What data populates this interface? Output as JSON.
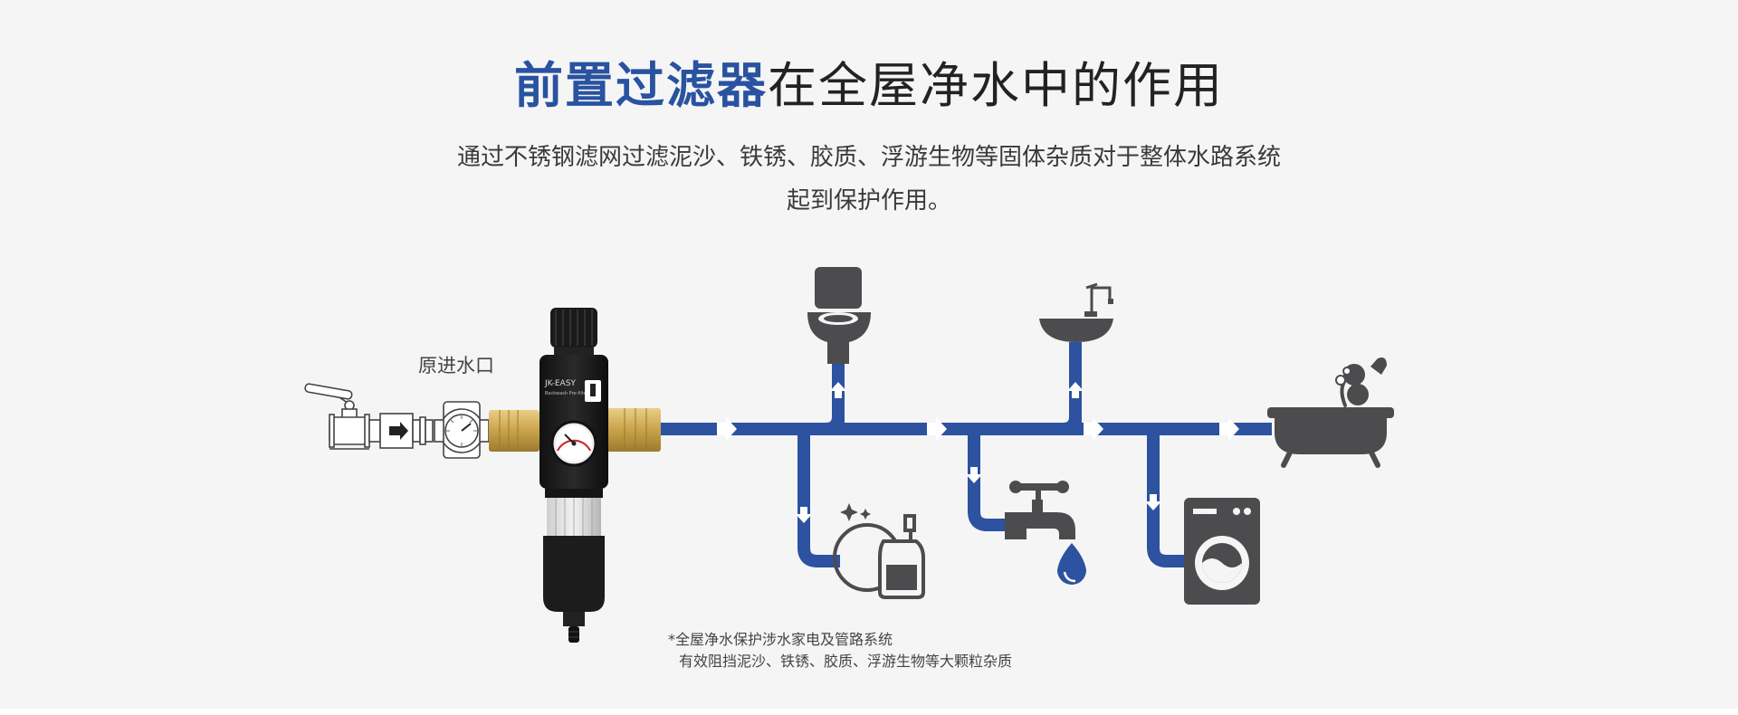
{
  "title": {
    "accent": "前置过滤器",
    "rest": "在全屋净水中的作用"
  },
  "subtitle": {
    "line1": "通过不锈钢滤网过滤泥沙、铁锈、胶质、浮游生物等固体杂质对于整体水路系统",
    "line2": "起到保护作用。"
  },
  "inlet_label": "原进水口",
  "filter_label": {
    "model": "JK-EASY",
    "desc": "Backwash Pre-filter"
  },
  "footnote": {
    "line1": "*全屋净水保护涉水家电及管路系统",
    "line2": "有效阻挡泥沙、铁锈、胶质、浮游生物等大颗粒杂质"
  },
  "colors": {
    "pipe": "#2c52a0",
    "icon": "#4c4c4e",
    "accent": "#2952a0",
    "brass": "#c9a24a"
  },
  "icons": [
    "valve-icon",
    "check-valve-icon",
    "water-meter-icon",
    "prefilter-icon",
    "toilet-icon",
    "sink-icon",
    "bathtub-icon",
    "dishwashing-icon",
    "faucet-icon",
    "washing-machine-icon"
  ]
}
